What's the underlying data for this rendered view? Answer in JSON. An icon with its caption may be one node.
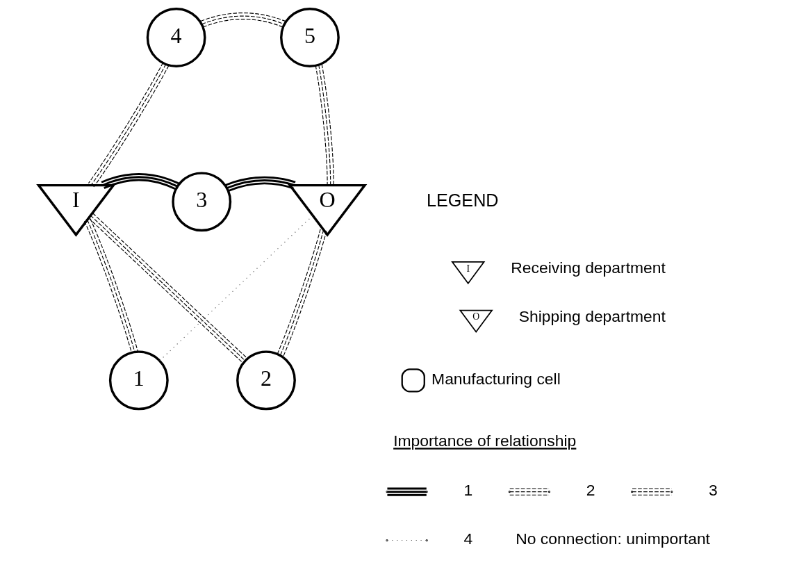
{
  "diagram": {
    "nodes": [
      {
        "text": [
          "4"
        ]
      },
      {
        "text": [
          "5"
        ]
      },
      {
        "text": [
          "I"
        ]
      },
      {
        "text": [
          "3"
        ]
      },
      {
        "text": [
          "O"
        ]
      },
      {
        "text": [
          "1"
        ]
      },
      {
        "text": [
          "2"
        ]
      }
    ],
    "edges": [
      {
        "from": 0,
        "to": 1,
        "arrow": "none",
        "style": "dashed"
      },
      {
        "from": 0,
        "to": 2,
        "arrow": "none",
        "style": "dashed"
      },
      {
        "from": 1,
        "to": 4,
        "arrow": "none",
        "style": "dashed"
      },
      {
        "from": 2,
        "to": 3,
        "arrow": "none",
        "style": "thick"
      },
      {
        "from": 3,
        "to": 4,
        "arrow": "none",
        "style": "thick"
      },
      {
        "from": 2,
        "to": 5,
        "arrow": "none",
        "style": "dashed"
      },
      {
        "from": 2,
        "to": 6,
        "arrow": "none",
        "style": "dashed"
      },
      {
        "from": 4,
        "to": 6,
        "arrow": "none",
        "style": "dashed"
      },
      {
        "from": 5,
        "to": 4,
        "arrow": "none",
        "style": "dashed",
        "color": "#555555"
      }
    ],
    "labels": [
      "LEGEND",
      "I",
      "O",
      "Importance of relationship",
      "No connection: unimportant"
    ],
    "legend": [
      {
        "text": "Receiving department"
      },
      {
        "text": "Shipping department"
      },
      {
        "text": "Manufacturing cell"
      },
      {
        "text": "1"
      },
      {
        "text": "2"
      },
      {
        "text": "3"
      },
      {
        "text": "4"
      }
    ]
  }
}
